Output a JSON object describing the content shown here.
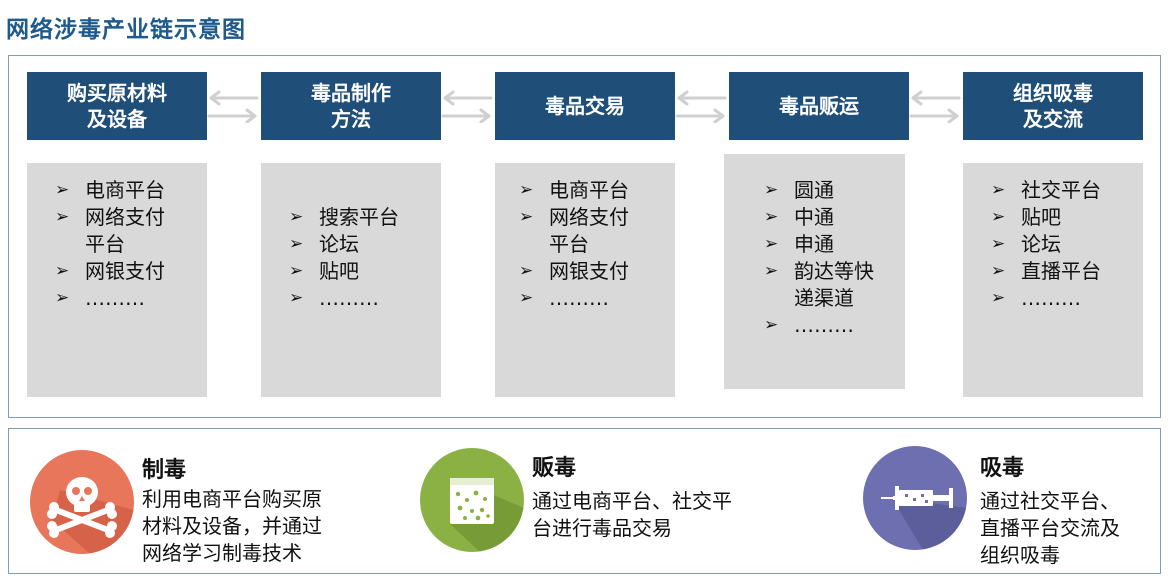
{
  "title": "网络涉毒产业链示意图",
  "stages": [
    {
      "header": "购买原材料\n及设备",
      "items": [
        "电商平台",
        "网络支付\n平台",
        "网银支付",
        "………"
      ]
    },
    {
      "header": "毒品制作\n方法",
      "items": [
        "搜索平台",
        "论坛",
        "贴吧",
        "………"
      ]
    },
    {
      "header": "毒品交易",
      "items": [
        "电商平台",
        "网络支付\n平台",
        "网银支付",
        "………"
      ]
    },
    {
      "header": "毒品贩运",
      "items": [
        "圆通",
        "中通",
        "申通",
        "韵达等快\n递渠道",
        "………"
      ]
    },
    {
      "header": "组织吸毒\n及交流",
      "items": [
        "社交平台",
        "贴吧",
        "论坛",
        "直播平台",
        "………"
      ]
    }
  ],
  "bullet_glyph": "➢",
  "bottom": [
    {
      "icon": "skull-crossbones-icon",
      "color": "#e8765a",
      "title": "制毒",
      "desc": "利用电商平台购买原\n材料及设备，并通过\n网络学习制毒技术"
    },
    {
      "icon": "drug-bag-icon",
      "color": "#8bb145",
      "title": "贩毒",
      "desc": "通过电商平台、社交平\n台进行毒品交易"
    },
    {
      "icon": "syringe-icon",
      "color": "#6e6fb0",
      "title": "吸毒",
      "desc": "通过社交平台、\n直播平台交流及\n组织吸毒"
    }
  ],
  "colors": {
    "header_bg": "#1f4e79",
    "body_bg": "#d9d9d9",
    "title": "#1f5a8c",
    "frame": "#7f9db5",
    "arrow": "#d0d0d0"
  }
}
